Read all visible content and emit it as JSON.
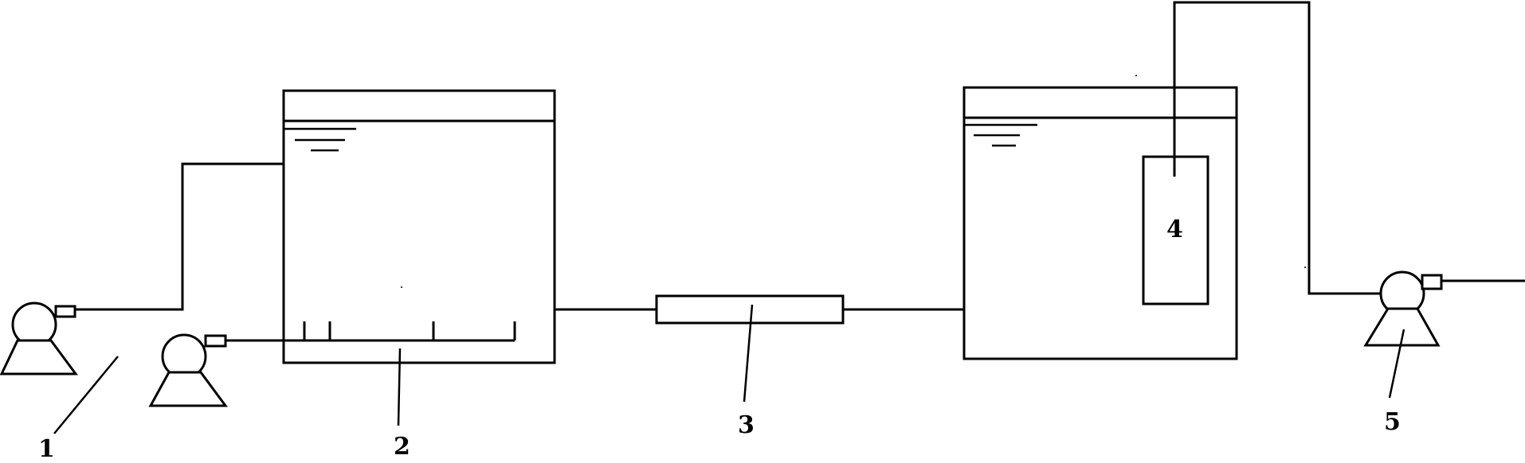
{
  "labels": {
    "pump_1": "1",
    "tank_2": "2",
    "tube_3": "3",
    "module_4": "4",
    "pump_5": "5"
  }
}
